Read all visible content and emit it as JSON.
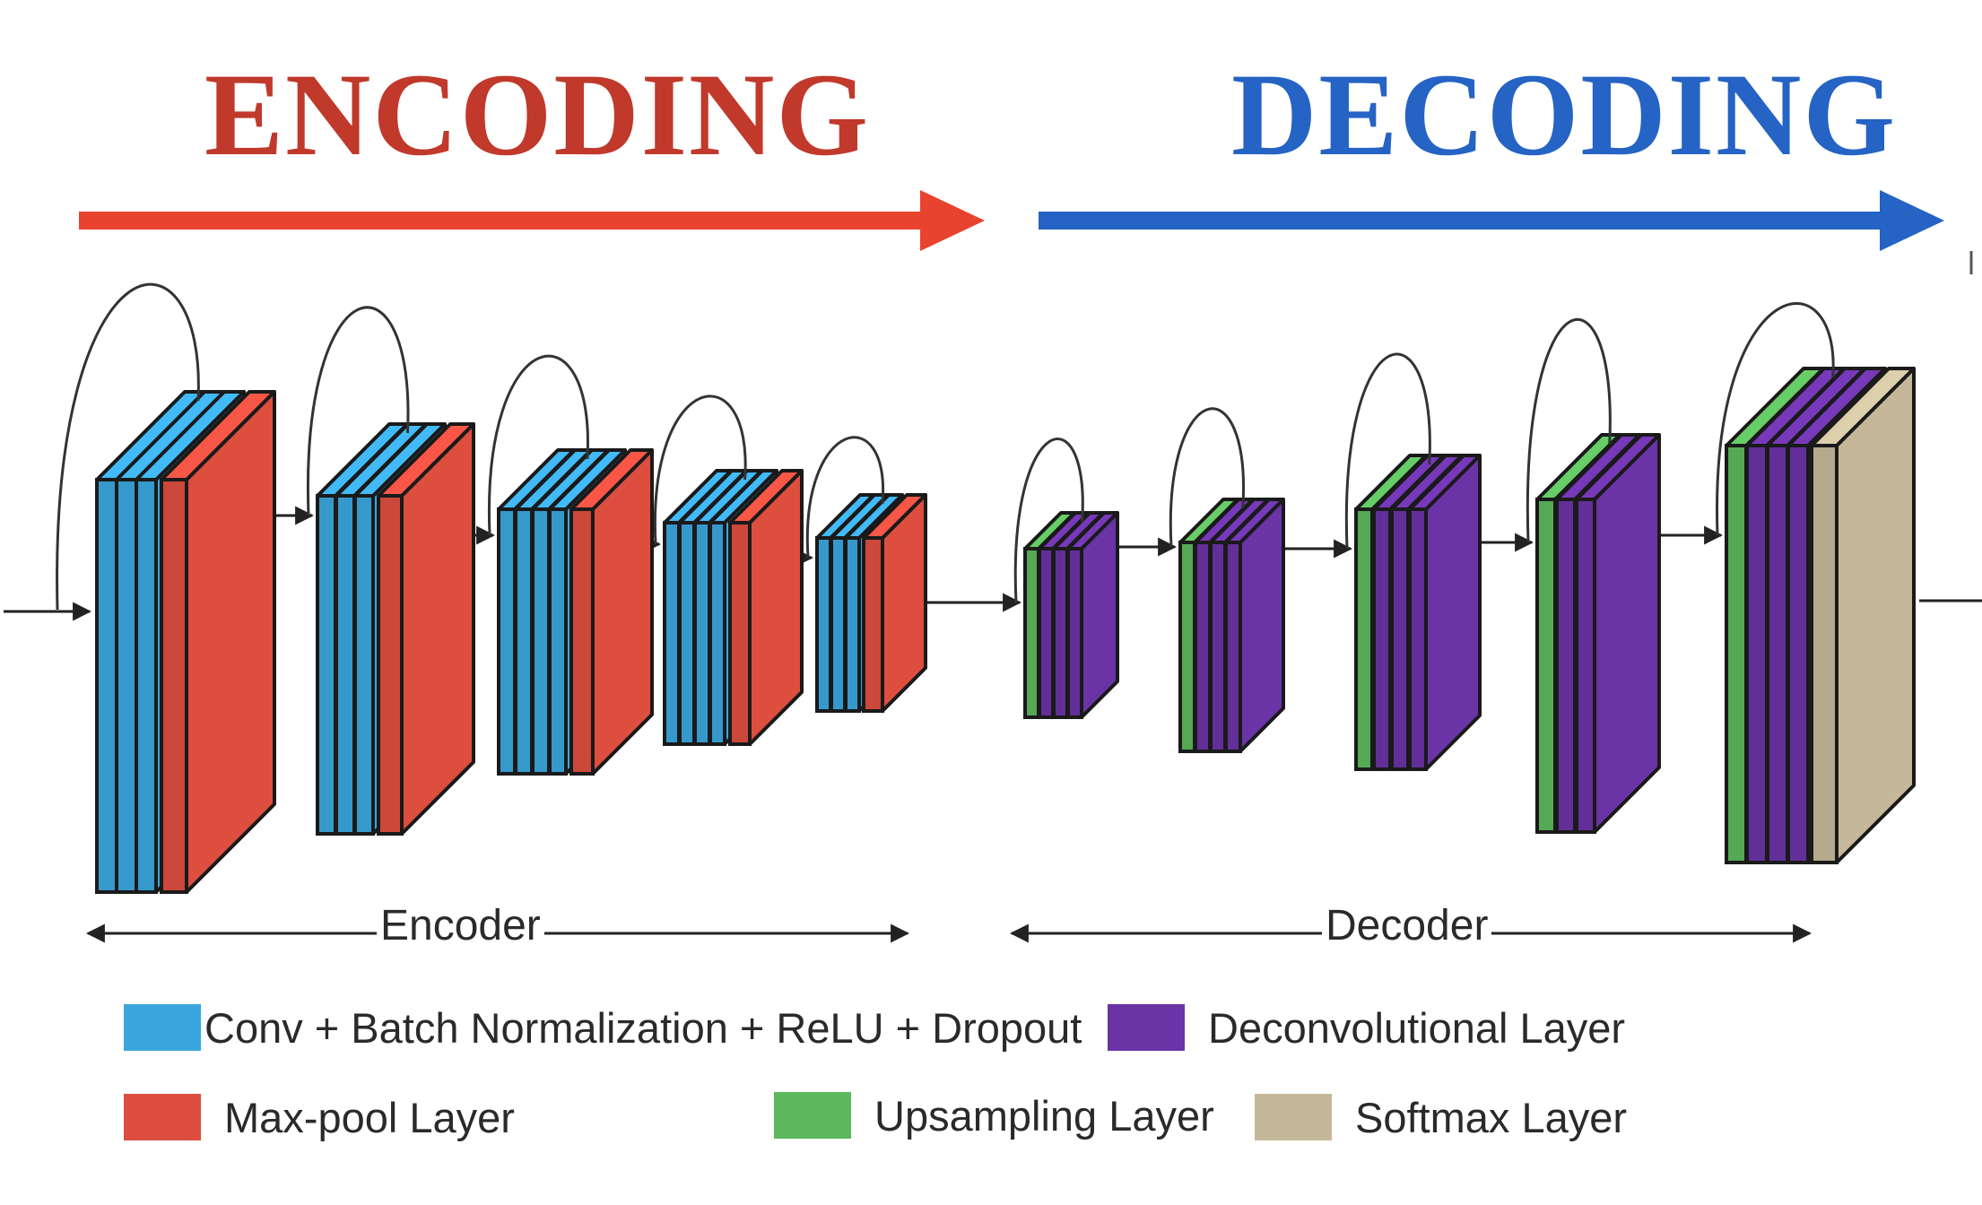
{
  "titles": {
    "encoding": "ENCODING",
    "decoding": "DECODING"
  },
  "labels": {
    "encoder": "Encoder",
    "decoder": "Decoder"
  },
  "colors": {
    "encoding_title": "#c0392b",
    "decoding_title": "#2563c4",
    "encoding_arrow": "#e8432f",
    "decoding_arrow": "#2563c4",
    "conv": "#3ba6dd",
    "maxpool": "#dd4e3f",
    "deconv": "#6a33a6",
    "upsampling": "#5cb85c",
    "softmax": "#c5b89a"
  },
  "legend": {
    "conv": {
      "label": "Conv + Batch Normalization + ReLU + Dropout",
      "color": "#3ba6dd"
    },
    "deconv": {
      "label": "Deconvolutional Layer",
      "color": "#6a33a6"
    },
    "maxpool": {
      "label": "Max-pool Layer",
      "color": "#dd4e3f"
    },
    "upsampling": {
      "label": "Upsampling Layer",
      "color": "#5cb85c"
    },
    "softmax": {
      "label": "Softmax Layer",
      "color": "#c5b89a"
    }
  },
  "blocks": [
    {
      "stage": "encoder",
      "layers": [
        "conv",
        "conv",
        "conv",
        "maxpool"
      ]
    },
    {
      "stage": "encoder",
      "layers": [
        "conv",
        "conv",
        "conv",
        "maxpool"
      ]
    },
    {
      "stage": "encoder",
      "layers": [
        "conv",
        "conv",
        "conv",
        "conv",
        "maxpool"
      ]
    },
    {
      "stage": "encoder",
      "layers": [
        "conv",
        "conv",
        "conv",
        "conv",
        "maxpool"
      ]
    },
    {
      "stage": "encoder",
      "layers": [
        "conv",
        "conv",
        "conv",
        "maxpool"
      ]
    },
    {
      "stage": "decoder",
      "layers": [
        "upsampling",
        "deconv",
        "deconv",
        "deconv"
      ]
    },
    {
      "stage": "decoder",
      "layers": [
        "upsampling",
        "deconv",
        "deconv",
        "deconv"
      ]
    },
    {
      "stage": "decoder",
      "layers": [
        "upsampling",
        "deconv",
        "deconv",
        "deconv"
      ]
    },
    {
      "stage": "decoder",
      "layers": [
        "upsampling",
        "deconv",
        "deconv"
      ]
    },
    {
      "stage": "decoder",
      "layers": [
        "upsampling",
        "deconv",
        "deconv",
        "deconv",
        "softmax"
      ]
    }
  ]
}
